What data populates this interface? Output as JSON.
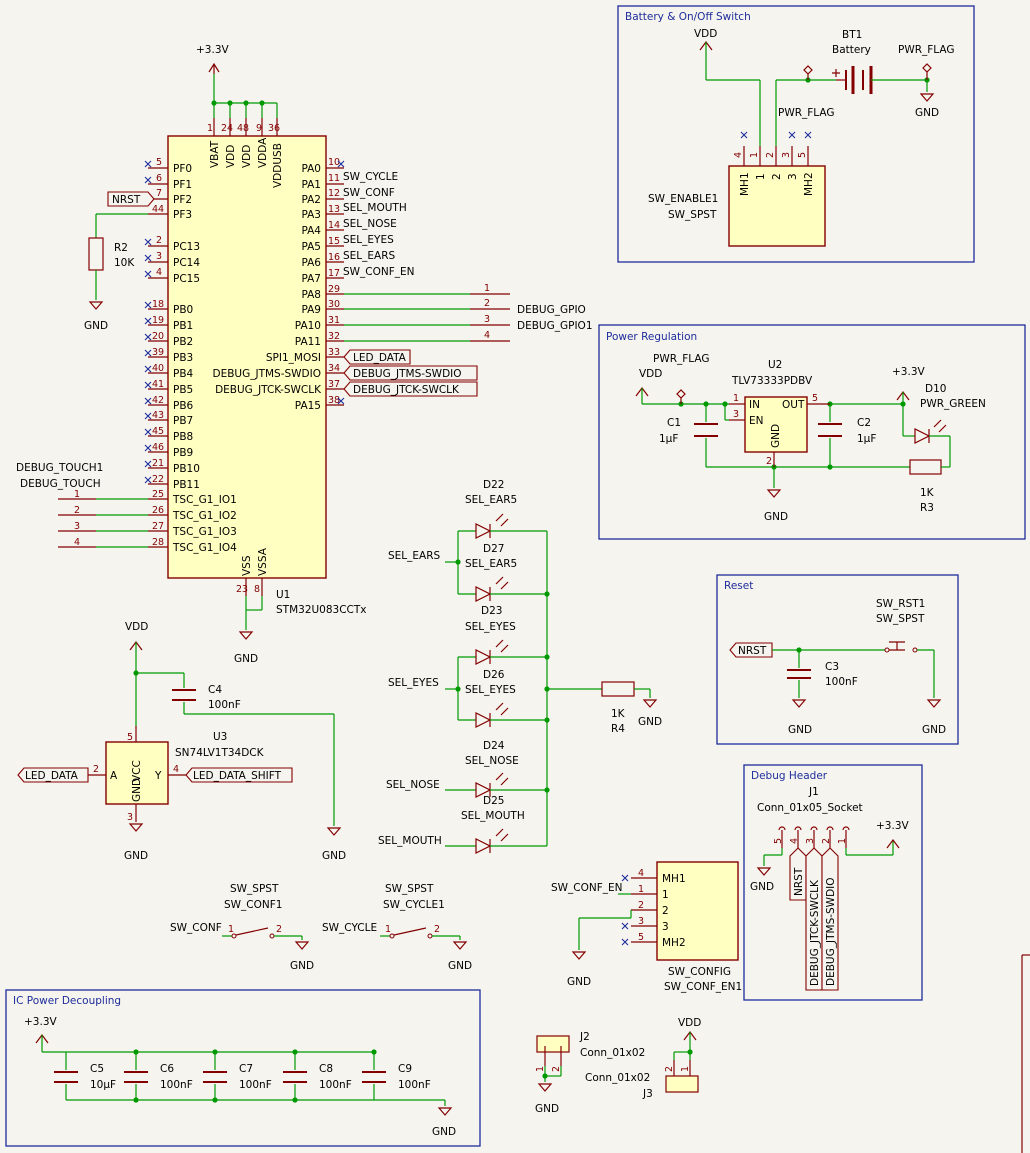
{
  "sheets": {
    "battery": "Battery & On/Off Switch",
    "power": "Power Regulation",
    "reset": "Reset",
    "debug_header": "Debug Header",
    "decoupling": "IC Power Decoupling"
  },
  "u1": {
    "ref": "U1",
    "value": "STM32U083CCTx",
    "top_pins": [
      {
        "num": "1",
        "name": "VBAT"
      },
      {
        "num": "24",
        "name": "VDD"
      },
      {
        "num": "48",
        "name": "VDD"
      },
      {
        "num": "9",
        "name": "VDDA"
      },
      {
        "num": "36",
        "name": "VDDUSB"
      }
    ],
    "left_pins": [
      {
        "num": "5",
        "name": "PF0"
      },
      {
        "num": "6",
        "name": "PF1"
      },
      {
        "num": "7",
        "name": "PF2"
      },
      {
        "num": "44",
        "name": "PF3"
      },
      {
        "num": "2",
        "name": "PC13"
      },
      {
        "num": "3",
        "name": "PC14"
      },
      {
        "num": "4",
        "name": "PC15"
      },
      {
        "num": "18",
        "name": "PB0"
      },
      {
        "num": "19",
        "name": "PB1"
      },
      {
        "num": "20",
        "name": "PB2"
      },
      {
        "num": "39",
        "name": "PB3"
      },
      {
        "num": "40",
        "name": "PB4"
      },
      {
        "num": "41",
        "name": "PB5"
      },
      {
        "num": "42",
        "name": "PB6"
      },
      {
        "num": "43",
        "name": "PB7"
      },
      {
        "num": "45",
        "name": "PB8"
      },
      {
        "num": "46",
        "name": "PB9"
      },
      {
        "num": "21",
        "name": "PB10"
      },
      {
        "num": "22",
        "name": "PB11"
      },
      {
        "num": "25",
        "name": "TSC_G1_IO1"
      },
      {
        "num": "26",
        "name": "TSC_G1_IO2"
      },
      {
        "num": "27",
        "name": "TSC_G1_IO3"
      },
      {
        "num": "28",
        "name": "TSC_G1_IO4"
      }
    ],
    "right_pins": [
      {
        "num": "10",
        "name": "PA0"
      },
      {
        "num": "11",
        "name": "PA1"
      },
      {
        "num": "12",
        "name": "PA2"
      },
      {
        "num": "13",
        "name": "PA3"
      },
      {
        "num": "14",
        "name": "PA4"
      },
      {
        "num": "15",
        "name": "PA5"
      },
      {
        "num": "16",
        "name": "PA6"
      },
      {
        "num": "17",
        "name": "PA7"
      },
      {
        "num": "29",
        "name": "PA8"
      },
      {
        "num": "30",
        "name": "PA9"
      },
      {
        "num": "31",
        "name": "PA10"
      },
      {
        "num": "32",
        "name": "PA11"
      },
      {
        "num": "33",
        "name": "SPI1_MOSI"
      },
      {
        "num": "34",
        "name": "DEBUG_JTMS-SWDIO"
      },
      {
        "num": "37",
        "name": "DEBUG_JTCK-SWCLK"
      },
      {
        "num": "38",
        "name": "PA15"
      }
    ],
    "bottom_pins": [
      {
        "num": "23",
        "name": "VSS"
      },
      {
        "num": "8",
        "name": "VSSA"
      }
    ],
    "net_labels": [
      "SW_CYCLE",
      "SW_CONF",
      "SEL_MOUTH",
      "SEL_NOSE",
      "SEL_EYES",
      "SEL_EARS",
      "SW_CONF_EN"
    ],
    "debug_gpio": [
      "DEBUG_GPIO",
      "DEBUG_GPIO1"
    ],
    "gpio_pins": [
      "1",
      "2",
      "3",
      "4"
    ],
    "hier_labels": [
      "LED_DATA",
      "DEBUG_JTMS-SWDIO",
      "DEBUG_JTCK-SWCLK"
    ]
  },
  "power": {
    "v33": "+3.3V",
    "vdd": "VDD",
    "gnd": "GND",
    "pwr_flag": "PWR_FLAG"
  },
  "r2": {
    "ref": "R2",
    "value": "10K"
  },
  "nrst": "NRST",
  "touch": {
    "ref": "DEBUG_TOUCH1",
    "value": "DEBUG_TOUCH",
    "pins": [
      "1",
      "2",
      "3",
      "4"
    ]
  },
  "bt1": {
    "ref": "BT1",
    "value": "Battery"
  },
  "sw_enable": {
    "ref": "SW_ENABLE1",
    "value": "SW_SPST",
    "pins": [
      "4",
      "1",
      "2",
      "3",
      "5"
    ],
    "names": [
      "MH1",
      "1",
      "2",
      "3",
      "MH2"
    ]
  },
  "u2": {
    "ref": "U2",
    "value": "TLV73333PDBV",
    "in": "IN",
    "en": "EN",
    "out": "OUT",
    "gnd": "GND",
    "pins": [
      "1",
      "3",
      "5",
      "2"
    ]
  },
  "c1": {
    "ref": "C1",
    "value": "1µF"
  },
  "c2": {
    "ref": "C2",
    "value": "1µF"
  },
  "d10": {
    "ref": "D10",
    "value": "PWR_GREEN"
  },
  "r3": {
    "ref": "R3",
    "value": "1K"
  },
  "reset": {
    "sw_ref": "SW_RST1",
    "sw_value": "SW_SPST",
    "c_ref": "C3",
    "c_value": "100nF"
  },
  "diodes": [
    {
      "ref": "D22",
      "value": "SEL_EAR5"
    },
    {
      "ref": "D27",
      "value": "SEL_EAR5"
    },
    {
      "ref": "D23",
      "value": "SEL_EYES"
    },
    {
      "ref": "D26",
      "value": "SEL_EYES"
    },
    {
      "ref": "D24",
      "value": "SEL_NOSE"
    },
    {
      "ref": "D25",
      "value": "SEL_MOUTH"
    }
  ],
  "sel_nets": [
    "SEL_EARS",
    "SEL_EYES",
    "SEL_NOSE",
    "SEL_MOUTH"
  ],
  "r4": {
    "ref": "R4",
    "value": "1K"
  },
  "c4": {
    "ref": "C4",
    "value": "100nF"
  },
  "u3": {
    "ref": "U3",
    "value": "SN74LV1T34DCK",
    "pins": [
      "5",
      "2",
      "4",
      "3"
    ],
    "names": [
      "VCC",
      "A",
      "Y",
      "GND"
    ]
  },
  "led_nets": [
    "LED_DATA",
    "LED_DATA_SHIFT"
  ],
  "j1": {
    "ref": "J1",
    "value": "Conn_01x05_Socket",
    "pins": [
      "5",
      "4",
      "3",
      "2",
      "1"
    ],
    "nets": [
      "NRST",
      "DEBUG_JTCK-SWCLK",
      "DEBUG_JTMS-SWDIO"
    ]
  },
  "switches": [
    {
      "ref": "SW_CONF1",
      "value": "SW_SPST",
      "net": "SW_CONF"
    },
    {
      "ref": "SW_CYCLE1",
      "value": "SW_SPST",
      "net": "SW_CYCLE"
    }
  ],
  "sw_config": {
    "ref": "SW_CONF_EN1",
    "value": "SW_CONFIG",
    "net": "SW_CONF_EN",
    "pins": [
      "4",
      "1",
      "2",
      "3",
      "5"
    ],
    "names": [
      "MH1",
      "1",
      "2",
      "3",
      "MH2"
    ]
  },
  "decoupling": [
    {
      "ref": "C5",
      "value": "10µF"
    },
    {
      "ref": "C6",
      "value": "100nF"
    },
    {
      "ref": "C7",
      "value": "100nF"
    },
    {
      "ref": "C8",
      "value": "100nF"
    },
    {
      "ref": "C9",
      "value": "100nF"
    }
  ],
  "j2": {
    "ref": "J2",
    "value": "Conn_01x02",
    "pins": [
      "1",
      "2"
    ]
  },
  "j3": {
    "ref": "J3",
    "value": "Conn_01x02",
    "pins": [
      "2",
      "1"
    ]
  }
}
